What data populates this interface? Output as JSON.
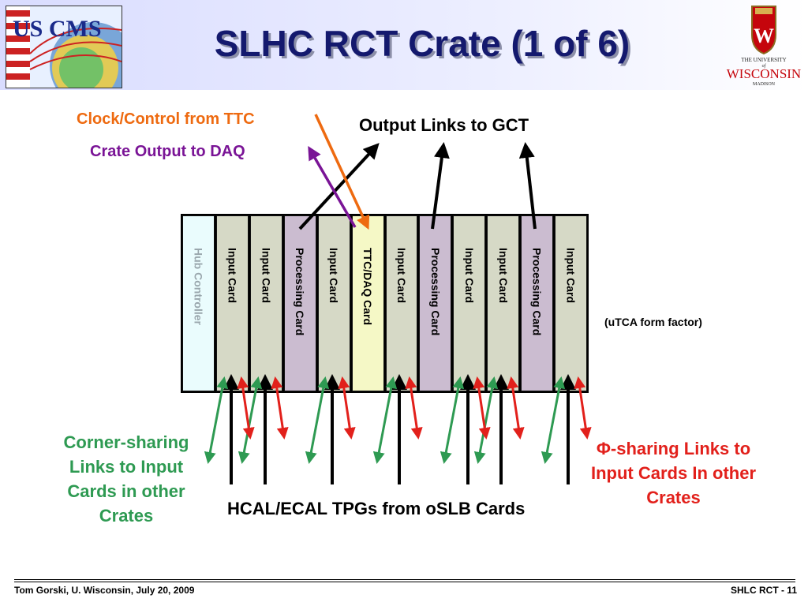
{
  "header": {
    "title": "SLHC RCT Crate (1 of 6)",
    "logo_left_text": "US CMS",
    "logo_right_lines": [
      "THE UNIVERSITY",
      "of",
      "WISCONSIN",
      "MADISON"
    ]
  },
  "labels": {
    "clock_control": "Clock/Control from TTC",
    "crate_output": "Crate Output to DAQ",
    "output_links": "Output Links to GCT",
    "form_factor": "(uTCA form factor)",
    "corner_sharing": "Corner-sharing Links to Input Cards in other Crates",
    "phi_sharing": "Φ-sharing Links to Input Cards In other Crates",
    "tpgs": "HCAL/ECAL TPGs from oSLB Cards"
  },
  "crate": {
    "slots": [
      {
        "label": "Hub Controller",
        "kind": "hub",
        "fill": "#eafcfd"
      },
      {
        "label": "Input Card",
        "kind": "input",
        "fill": "#d6d9c6"
      },
      {
        "label": "Input Card",
        "kind": "input",
        "fill": "#d6d9c6"
      },
      {
        "label": "Processing Card",
        "kind": "processing",
        "fill": "#cbbcd0"
      },
      {
        "label": "Input Card",
        "kind": "input",
        "fill": "#d6d9c6"
      },
      {
        "label": "TTC/DAQ Card",
        "kind": "ttc",
        "fill": "#f5f8c6"
      },
      {
        "label": "Input Card",
        "kind": "input",
        "fill": "#d6d9c6"
      },
      {
        "label": "Processing Card",
        "kind": "processing",
        "fill": "#cbbcd0"
      },
      {
        "label": "Input Card",
        "kind": "input",
        "fill": "#d6d9c6"
      },
      {
        "label": "Input Card",
        "kind": "input",
        "fill": "#d6d9c6"
      },
      {
        "label": "Processing Card",
        "kind": "processing",
        "fill": "#cbbcd0"
      },
      {
        "label": "Input Card",
        "kind": "input",
        "fill": "#d6d9c6"
      }
    ]
  },
  "colors": {
    "clock": "#ee6a10",
    "daq": "#7a1496",
    "corner": "#2e9a52",
    "phi": "#e2201b",
    "title": "#14196e"
  },
  "footer": {
    "left": "Tom Gorski, U. Wisconsin, July 20, 2009",
    "right": "SHLC RCT -  11"
  }
}
